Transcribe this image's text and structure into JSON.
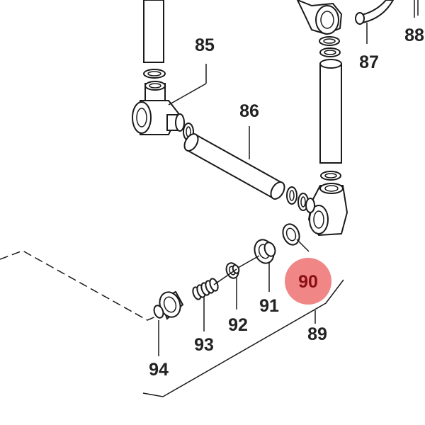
{
  "highlight_color": "#f08686",
  "callouts": {
    "c85": "85",
    "c86": "86",
    "c87": "87",
    "c88": "88",
    "c89": "89",
    "c90": "90",
    "c91": "91",
    "c92": "92",
    "c93": "93",
    "c94": "94"
  },
  "highlighted": "90"
}
